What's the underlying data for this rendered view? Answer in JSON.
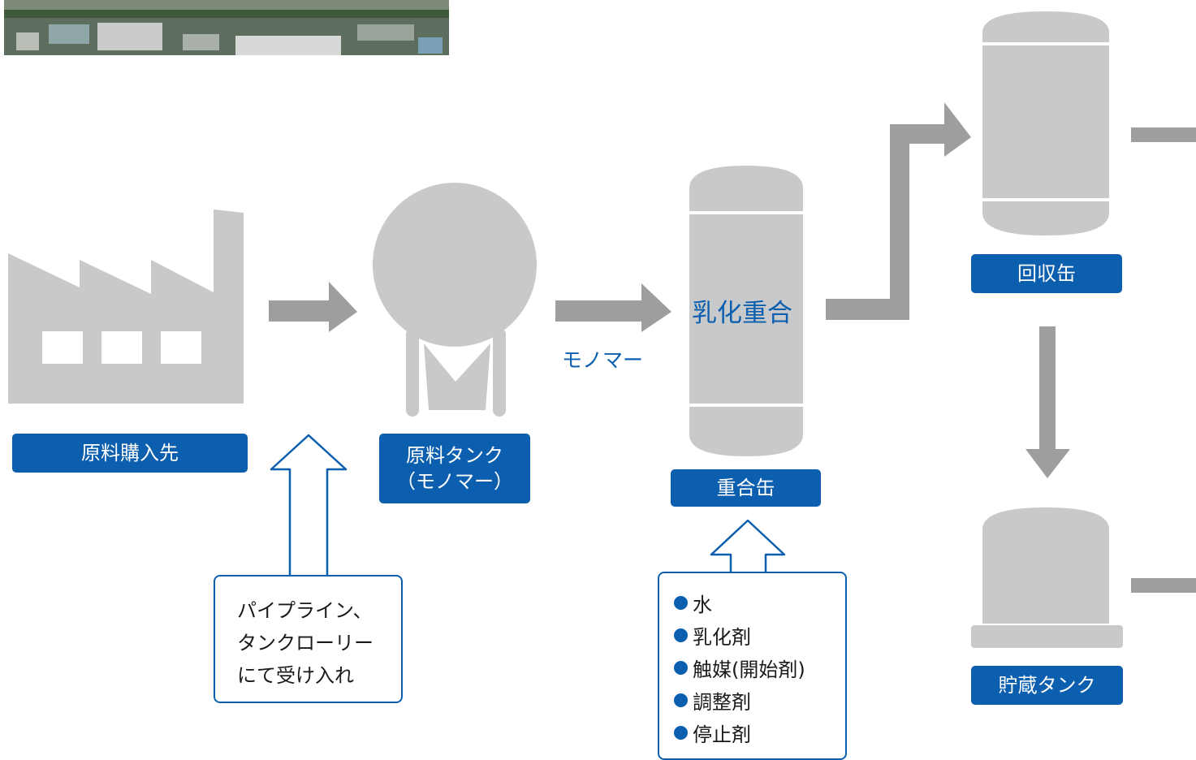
{
  "colors": {
    "equipment_gray": "#c8c9ca",
    "arrow_gray": "#9d9e9f",
    "accent_blue": "#0b5fae",
    "white": "#ffffff"
  },
  "labels": {
    "raw_material_supplier": "原料購入先",
    "raw_material_tank_line1": "原料タンク",
    "raw_material_tank_line2": "（モノマー）",
    "polymerization_can": "重合缶",
    "recovery_can": "回収缶",
    "storage_tank": "貯蔵タンク"
  },
  "texts": {
    "monomer": "モノマー",
    "emulsion_polymerization": "乳化重合"
  },
  "receiving_note": {
    "lines": [
      "パイプライン、",
      "タンクローリー",
      "にて受け入れ"
    ]
  },
  "additives": {
    "items": [
      "水",
      "乳化剤",
      "触媒(開始剤)",
      "調整剤",
      "停止剤"
    ]
  }
}
